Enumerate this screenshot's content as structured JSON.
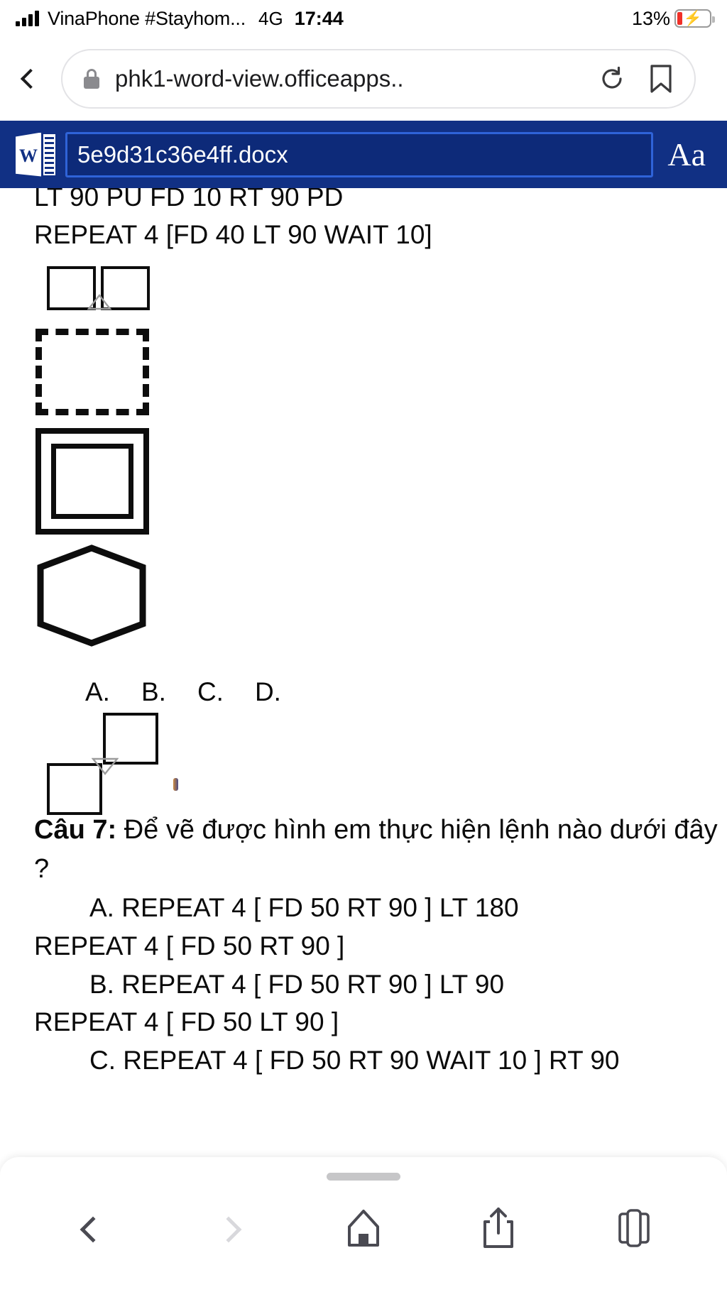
{
  "status_bar": {
    "carrier": "VinaPhone #Stayhom...",
    "network": "4G",
    "time": "17:44",
    "battery_percent": "13%",
    "battery_charging": true,
    "signal_icon": "signal-bars-icon",
    "battery_icon": "battery-charging-icon"
  },
  "browser": {
    "back_icon": "chevron-left-icon",
    "lock_icon": "lock-icon",
    "url": "phk1-word-view.officeapps..",
    "reload_icon": "reload-icon",
    "bookmark_icon": "bookmark-icon"
  },
  "word_bar": {
    "app_icon": "word-document-icon",
    "filename": "5e9d31c36e4ff.docx",
    "font_size_label": "Aa",
    "bar_color": "#113084",
    "field_border_color": "#2f63d8"
  },
  "document": {
    "clipped_line": "LT 90 PU FD 10 RT 90 PD",
    "repeat_line": "REPEAT 4 [FD 40 LT 90 WAIT 10]",
    "figures": [
      {
        "name": "two-adjacent-squares-with-turtle"
      },
      {
        "name": "dashed-square"
      },
      {
        "name": "nested-squares"
      },
      {
        "name": "hexagon"
      },
      {
        "name": "offset-squares-with-turtle"
      }
    ],
    "choice_labels": [
      "A.",
      "B.",
      "C.",
      "D."
    ],
    "question": {
      "number": "Câu 7:",
      "text": " Để vẽ được hình  em thực hiện lệnh nào dưới đây ?"
    },
    "answers": [
      {
        "indent": true,
        "text": "A. REPEAT 4 [ FD 50 RT 90 ] LT 180"
      },
      {
        "indent": false,
        "text": "REPEAT 4 [ FD 50 RT 90 ]"
      },
      {
        "indent": true,
        "text": "B. REPEAT 4 [ FD 50 RT 90 ] LT 90"
      },
      {
        "indent": false,
        "text": "REPEAT 4 [ FD 50 LT 90 ]"
      },
      {
        "indent": true,
        "text": "C. REPEAT 4 [ FD 50 RT 90 WAIT 10 ] RT 90"
      }
    ]
  },
  "bottom_toolbar": {
    "back_icon": "chevron-left-icon",
    "forward_icon": "chevron-right-icon",
    "home_icon": "home-icon",
    "share_icon": "share-icon",
    "tabs_icon": "tabs-icon"
  }
}
